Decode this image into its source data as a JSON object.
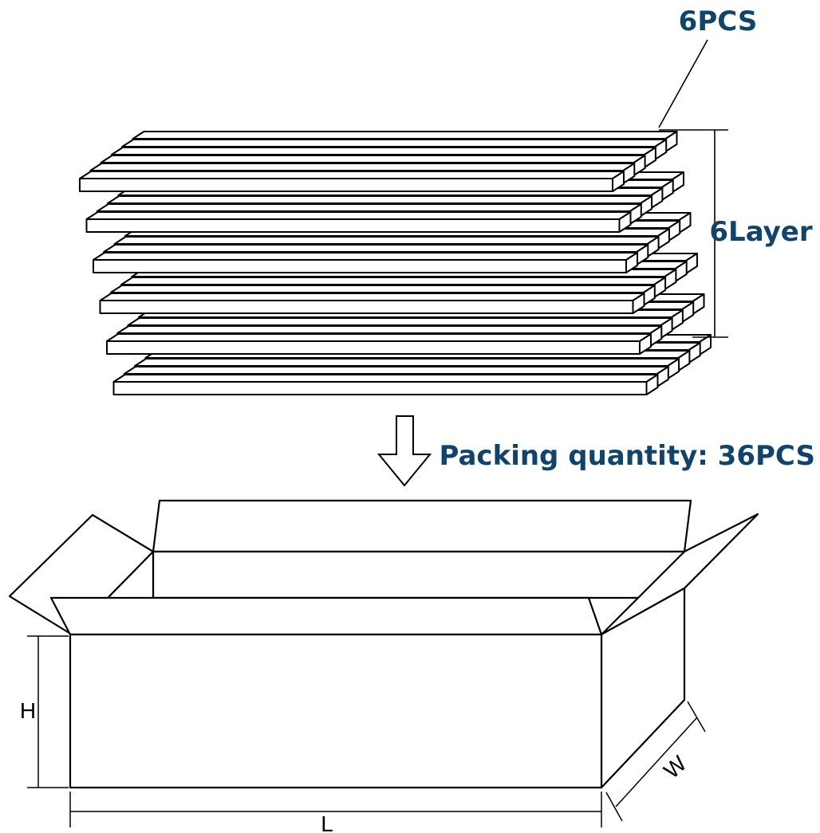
{
  "labels": {
    "pieces_per_layer": "6PCS",
    "layers": "6Layer",
    "packing_quantity": "Packing quantity: 36PCS",
    "dim_height": "H",
    "dim_length": "L",
    "dim_width": "W"
  },
  "packing": {
    "pieces_per_layer": 6,
    "layers": 6,
    "total_pieces": 36
  },
  "colors": {
    "label_blue": "#12436b",
    "line": "#000000",
    "background": "#ffffff"
  }
}
